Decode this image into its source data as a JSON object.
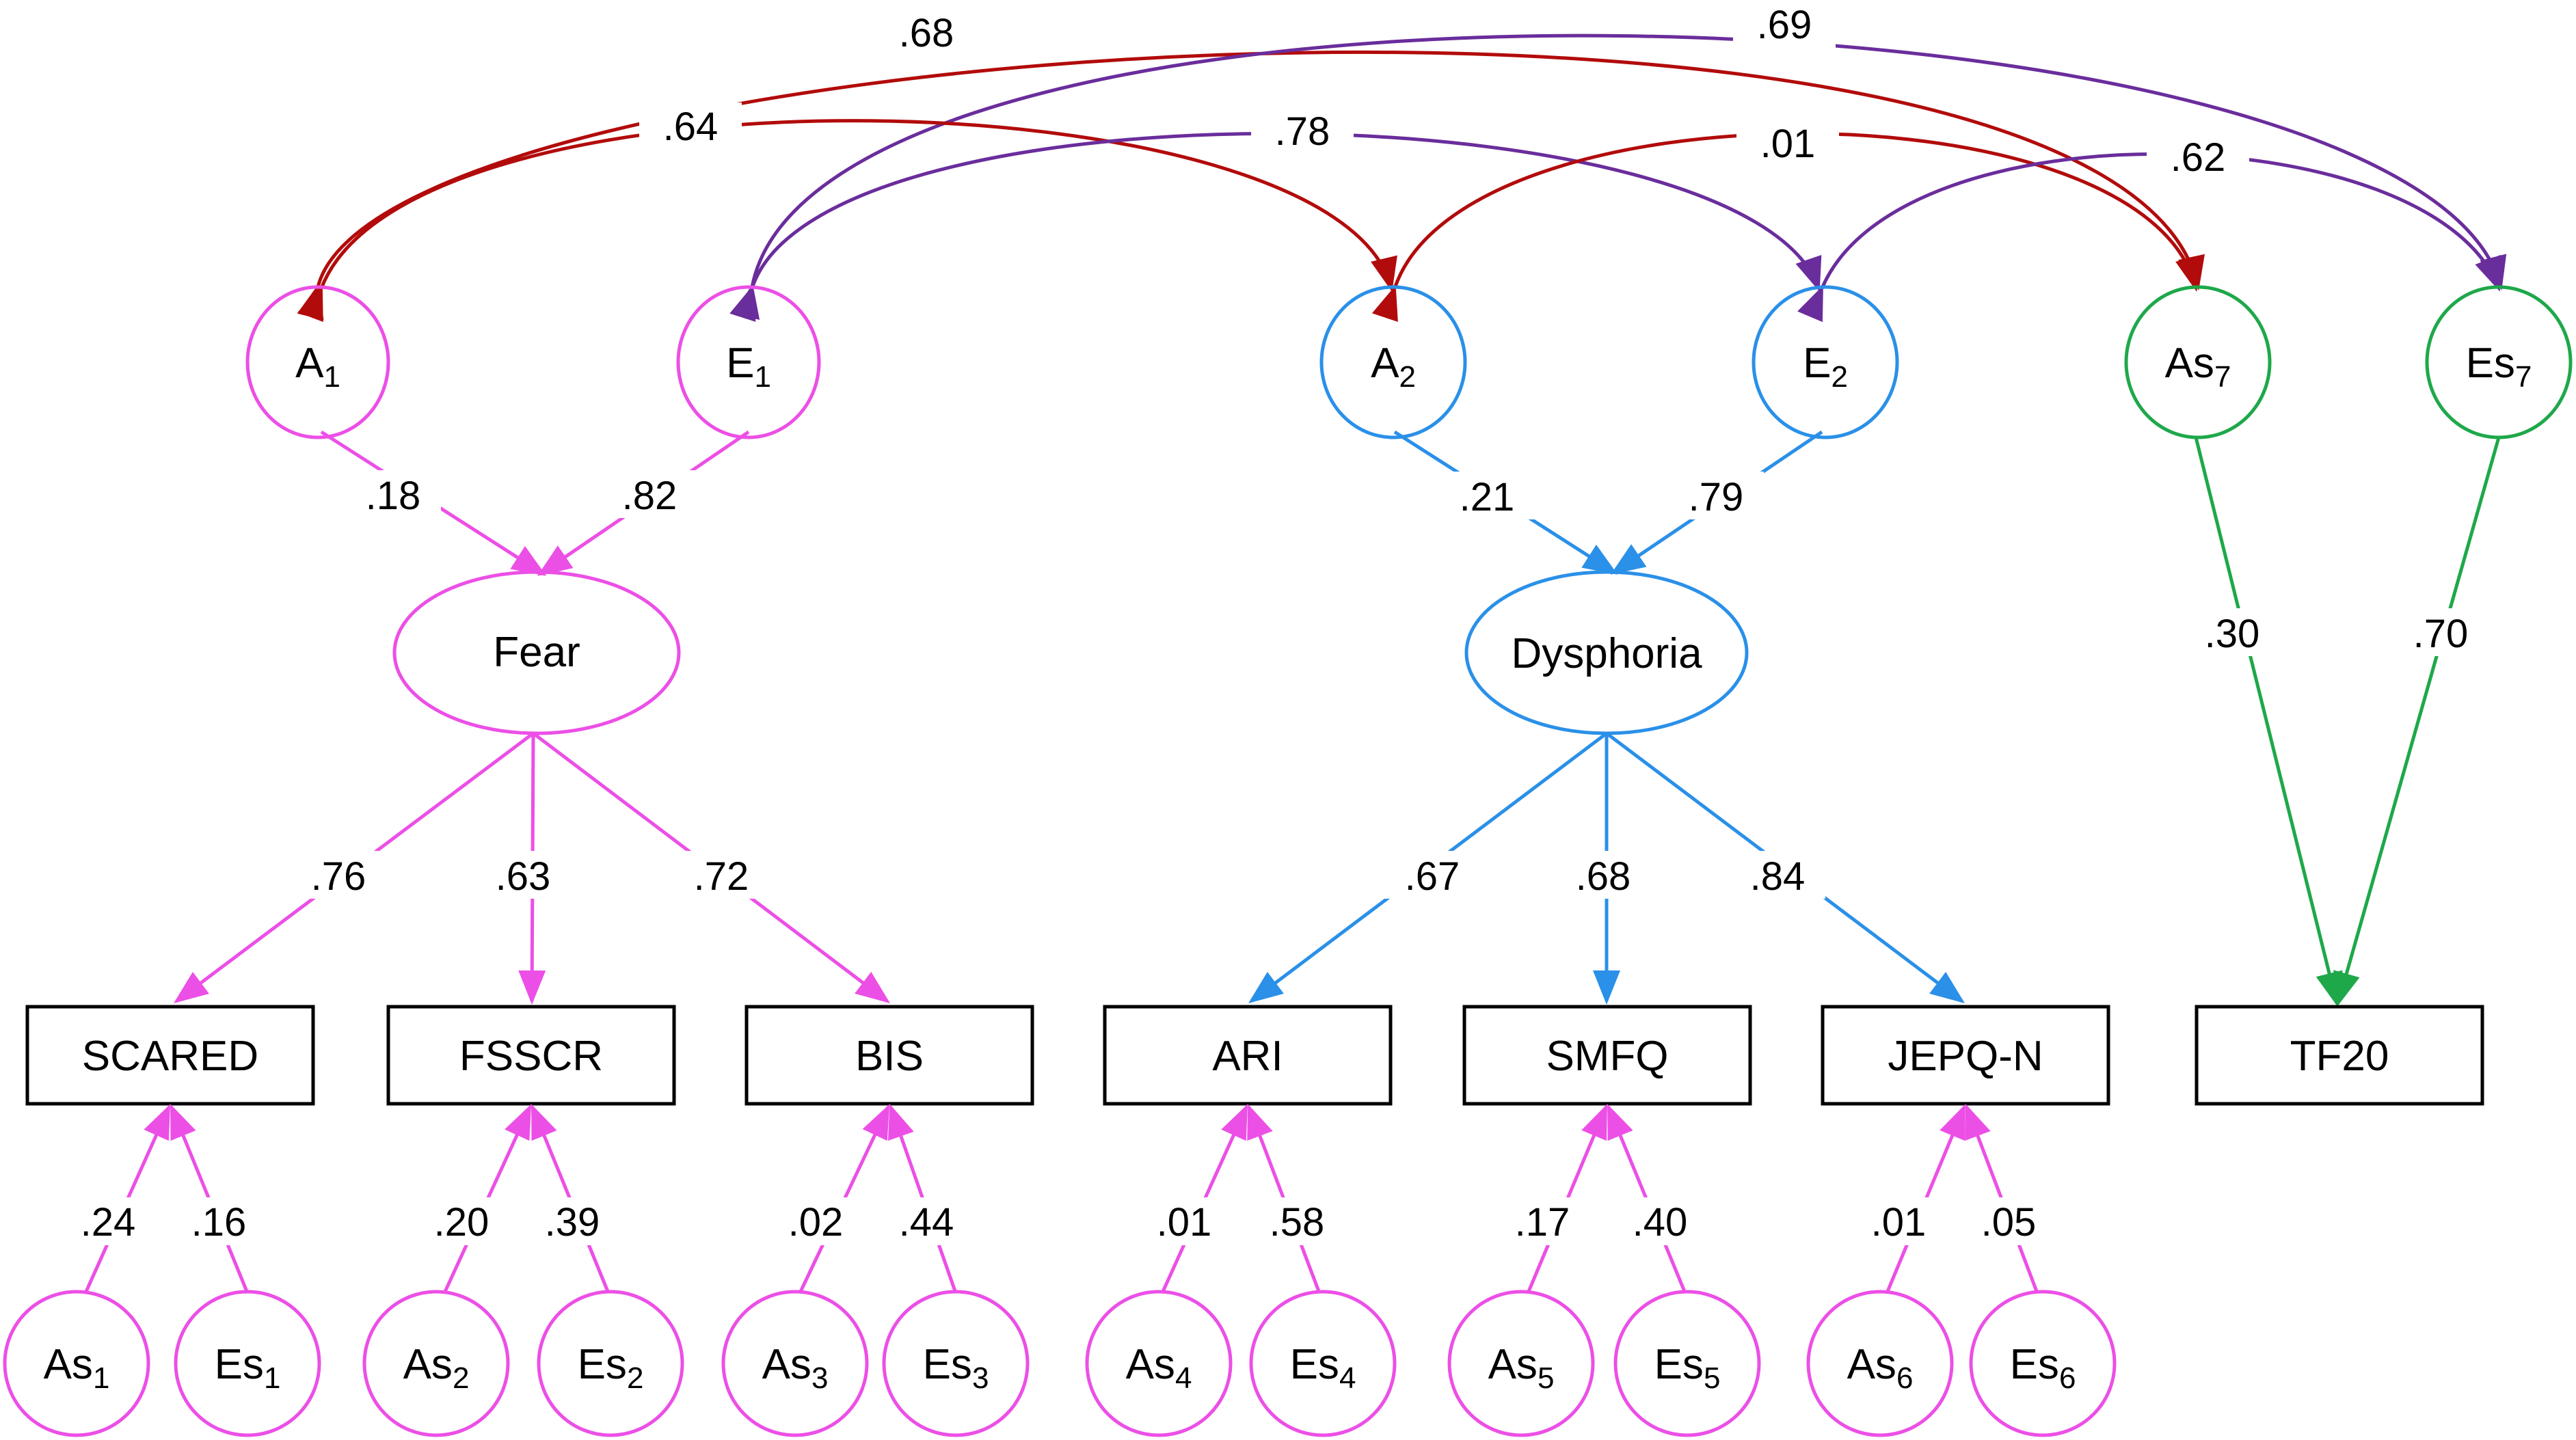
{
  "colors": {
    "fear": "#ec4fe6",
    "dysphoria": "#2a90e8",
    "tf": "#1ea84a",
    "red": "#b20b0b",
    "purple": "#6a2d9c",
    "box": "#000000"
  },
  "latent_genetic": [
    {
      "id": "A1",
      "base": "A",
      "sub": "1",
      "color": "fear"
    },
    {
      "id": "E1",
      "base": "E",
      "sub": "1",
      "color": "fear"
    },
    {
      "id": "A2",
      "base": "A",
      "sub": "2",
      "color": "dysphoria"
    },
    {
      "id": "E2",
      "base": "E",
      "sub": "2",
      "color": "dysphoria"
    },
    {
      "id": "As7",
      "base": "As",
      "sub": "7",
      "color": "tf"
    },
    {
      "id": "Es7",
      "base": "Es",
      "sub": "7",
      "color": "tf"
    }
  ],
  "factors": [
    {
      "id": "fear",
      "label": "Fear",
      "color": "fear"
    },
    {
      "id": "dysphoria",
      "label": "Dysphoria",
      "color": "dysphoria"
    }
  ],
  "measures": [
    {
      "id": "SCARED",
      "label": "SCARED"
    },
    {
      "id": "FSSCR",
      "label": "FSSCR"
    },
    {
      "id": "BIS",
      "label": "BIS"
    },
    {
      "id": "ARI",
      "label": "ARI"
    },
    {
      "id": "SMFQ",
      "label": "SMFQ"
    },
    {
      "id": "JEPQ",
      "label": "JEPQ-N"
    },
    {
      "id": "TF20",
      "label": "TF20"
    }
  ],
  "specific": [
    {
      "as": "1",
      "es": "1",
      "as_value": ".24",
      "es_value": ".16"
    },
    {
      "as": "2",
      "es": "2",
      "as_value": ".20",
      "es_value": ".39"
    },
    {
      "as": "3",
      "es": "3",
      "as_value": ".02",
      "es_value": ".44"
    },
    {
      "as": "4",
      "es": "4",
      "as_value": ".01",
      "es_value": ".58"
    },
    {
      "as": "5",
      "es": "5",
      "as_value": ".17",
      "es_value": ".40"
    },
    {
      "as": "6",
      "es": "6",
      "as_value": ".01",
      "es_value": ".05"
    }
  ],
  "specific_prefix": {
    "as": "As",
    "es": "Es"
  },
  "paths": {
    "A1_fear": ".18",
    "E1_fear": ".82",
    "A2_dysphoria": ".21",
    "E2_dysphoria": ".79",
    "As7_tf20": ".30",
    "Es7_tf20": ".70",
    "fear_scared": ".76",
    "fear_fsscr": ".63",
    "fear_bis": ".72",
    "dys_ari": ".67",
    "dys_smfq": ".68",
    "dys_jepq": ".84"
  },
  "correlations": {
    "A1_As7": ".68",
    "E1_Es7": ".69",
    "A1_A2": ".64",
    "E1_E2": ".78",
    "A2_As7": ".01",
    "E2_Es7": ".62"
  }
}
